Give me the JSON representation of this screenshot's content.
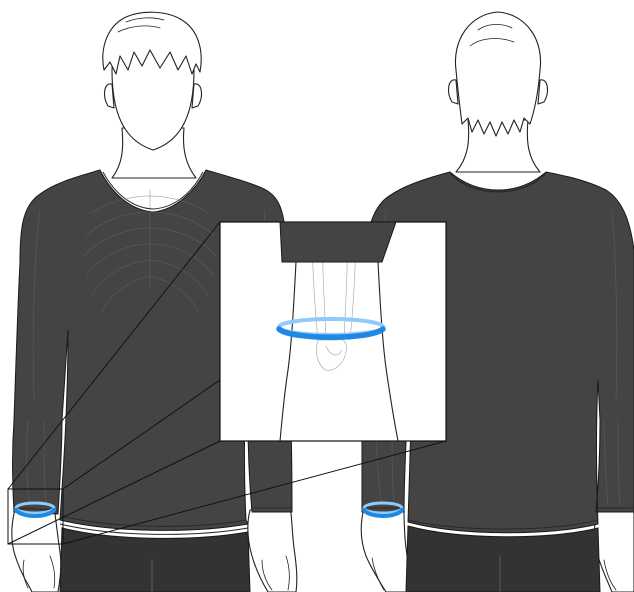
{
  "colors": {
    "background": "#ffffff",
    "shirt": "#444444",
    "pants": "#333333",
    "outline": "#222222",
    "band": "#1e88e5",
    "band_light": "#90caf9"
  },
  "figures": [
    {
      "id": "front-view",
      "facing": "front"
    },
    {
      "id": "back-view",
      "facing": "back"
    }
  ],
  "callout": {
    "subject": "wrist",
    "source_figure": "front-view",
    "content": "wrist-band-detail"
  }
}
